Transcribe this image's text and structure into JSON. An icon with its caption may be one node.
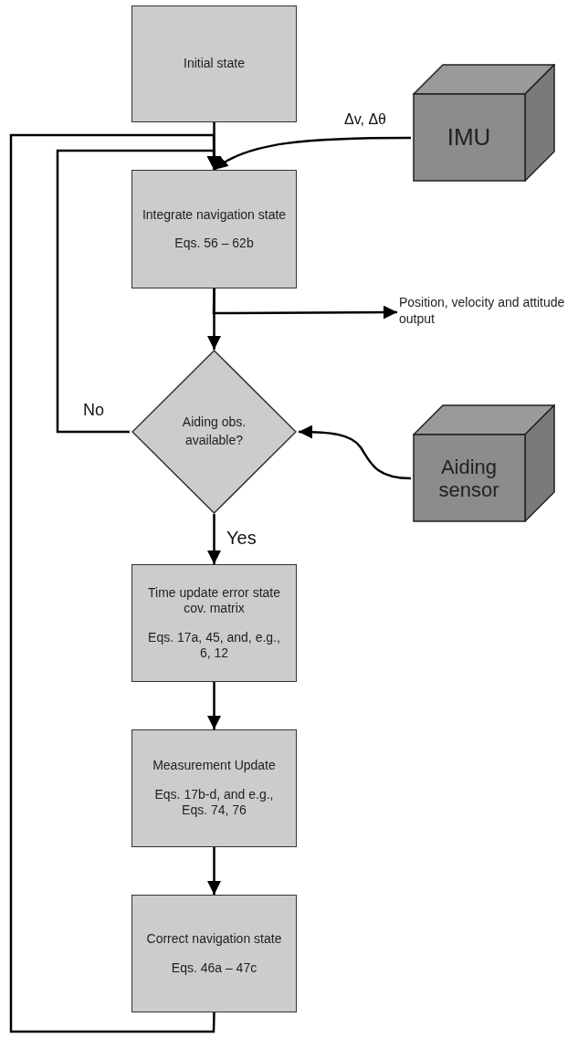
{
  "diagram": {
    "nodes": [
      {
        "text": [
          "Initial state"
        ]
      },
      {
        "text": [
          "Integrate navigation state",
          "Eqs. 56 – 62b"
        ]
      },
      {
        "text": [
          "IMU"
        ]
      },
      {
        "text": [
          "Position, velocity and attitude output"
        ]
      },
      {
        "text": [
          "Aiding obs. available?"
        ]
      },
      {
        "text": [
          "Aiding sensor"
        ]
      },
      {
        "text": [
          "Time update error state cov. matrix",
          "Eqs. 17a, 45, and, e.g., 6, 12"
        ]
      },
      {
        "text": [
          "Measurement Update",
          "Eqs. 17b-d, and e.g., Eqs. 74, 76"
        ]
      },
      {
        "text": [
          "Correct navigation state",
          "Eqs. 46a – 47c"
        ]
      }
    ],
    "edges": [
      {
        "from": 0,
        "to": 1,
        "arrow": "to"
      },
      {
        "from": 2,
        "to": 1,
        "arrow": "to",
        "label": "Δv, Δθ"
      },
      {
        "from": 1,
        "to": 3,
        "arrow": "to"
      },
      {
        "from": 1,
        "to": 4,
        "arrow": "to"
      },
      {
        "from": 4,
        "to": 1,
        "arrow": "to",
        "label": "No"
      },
      {
        "from": 5,
        "to": 4,
        "arrow": "to"
      },
      {
        "from": 4,
        "to": 6,
        "arrow": "to",
        "label": "Yes"
      },
      {
        "from": 6,
        "to": 7,
        "arrow": "to"
      },
      {
        "from": 7,
        "to": 8,
        "arrow": "to"
      },
      {
        "from": 8,
        "to": 1,
        "arrow": "to"
      }
    ]
  }
}
